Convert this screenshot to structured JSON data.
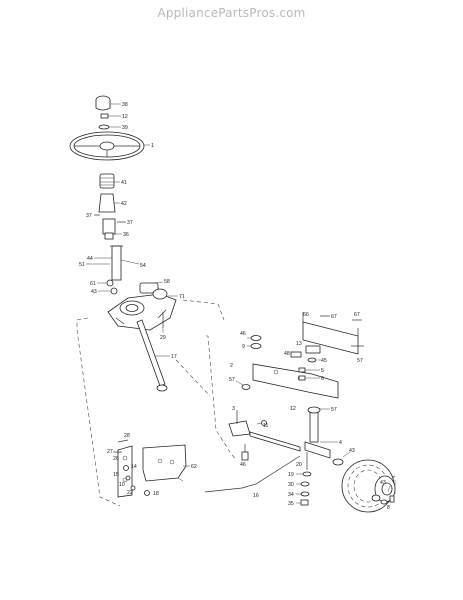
{
  "watermark": "AppliancePartsPros.com",
  "callouts": {
    "c38": "38",
    "c12": "12",
    "c39": "39",
    "c1": "1",
    "c41": "41",
    "c42": "42",
    "c37a": "37",
    "c37b": "37",
    "c36": "36",
    "c44": "44",
    "c51": "51",
    "c54": "54",
    "c61": "61",
    "c43a": "43",
    "c58": "58",
    "c71": "71",
    "c29": "29",
    "c17": "17",
    "c46a": "46",
    "c9a": "9",
    "c66": "66",
    "c67a": "67",
    "c67b": "67",
    "c48": "48",
    "c13": "13",
    "c45": "45",
    "c57a": "57",
    "c2": "2",
    "c5": "5",
    "c6": "6",
    "c57b": "57",
    "c3": "3",
    "c11": "11",
    "c12b": "12",
    "c57c": "57",
    "c4": "4",
    "c46b": "46",
    "c43b": "43",
    "c20": "20",
    "c16": "16",
    "c19": "19",
    "c30": "30",
    "c34": "34",
    "c35": "35",
    "c43c": "43",
    "c7": "7",
    "c8": "8",
    "c28": "28",
    "c27": "27",
    "c26": "26",
    "c62": "62",
    "c15": "15",
    "c10": "10",
    "c22": "22",
    "c14": "14",
    "c18": "18"
  }
}
